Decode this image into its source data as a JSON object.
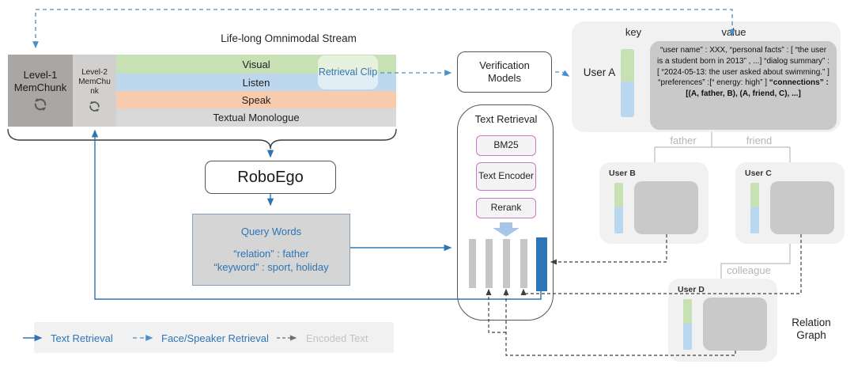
{
  "stream": {
    "title": "Life-long Omnimodal Stream",
    "level1_label": "Level-1 MemChunk",
    "level2_label": "Level-2 MemChunk",
    "rows": [
      {
        "label": "Visual"
      },
      {
        "label": "Listen"
      },
      {
        "label": "Speak"
      },
      {
        "label": "Textual Monologue"
      }
    ],
    "retrieval_clip": "Retrieval Clip"
  },
  "roboego_label": "RoboEgo",
  "query_words": {
    "title": "Query Words",
    "relation_line": "“relation” : father",
    "keyword_line": "“keyword” : sport, holiday"
  },
  "verification_label": "Verification\nModels",
  "text_retrieval": {
    "title": "Text Retrieval",
    "modules": [
      {
        "label": "BM25"
      },
      {
        "label": "Text Encoder"
      },
      {
        "label": "Rerank"
      }
    ]
  },
  "user_a": {
    "label": "User A",
    "key_header": "key",
    "value_header": "value",
    "value_text": "“user name” : XXX, “personal facts” : [ “the user is a student born in 2013” , ...] “dialog summary” : [ “2024-05-13: the user asked about swimming.” ] “preferences” :[“ energy: high” ]",
    "value_bold": "“connections” : [(A, father, B), (A, friend, C), ...]"
  },
  "users": [
    {
      "label": "User B"
    },
    {
      "label": "User C"
    },
    {
      "label": "User D"
    }
  ],
  "relations": {
    "father": "father",
    "friend": "friend",
    "colleague": "colleague"
  },
  "relation_graph_label": "Relation\nGraph",
  "legend": [
    {
      "label": "Text Retrieval"
    },
    {
      "label": "Face/Speaker Retrieval"
    },
    {
      "label": "Encoded Text"
    }
  ],
  "colors": {
    "accent_blue": "#2e75b6",
    "dashed_blue": "#4b8fc9",
    "encoded_dark": "#3f3f3f",
    "row_green": "#c7e0b4",
    "row_blue": "#bdd7ee",
    "row_orange": "#f8cbad",
    "row_gray": "#d9d9d9",
    "memchunk_dark": "#a9a6a3",
    "memchunk_light": "#d2d0ce",
    "module_border": "#c878c8",
    "card_gray": "#f1f1f1",
    "inner_gray": "#c9c9c9"
  }
}
